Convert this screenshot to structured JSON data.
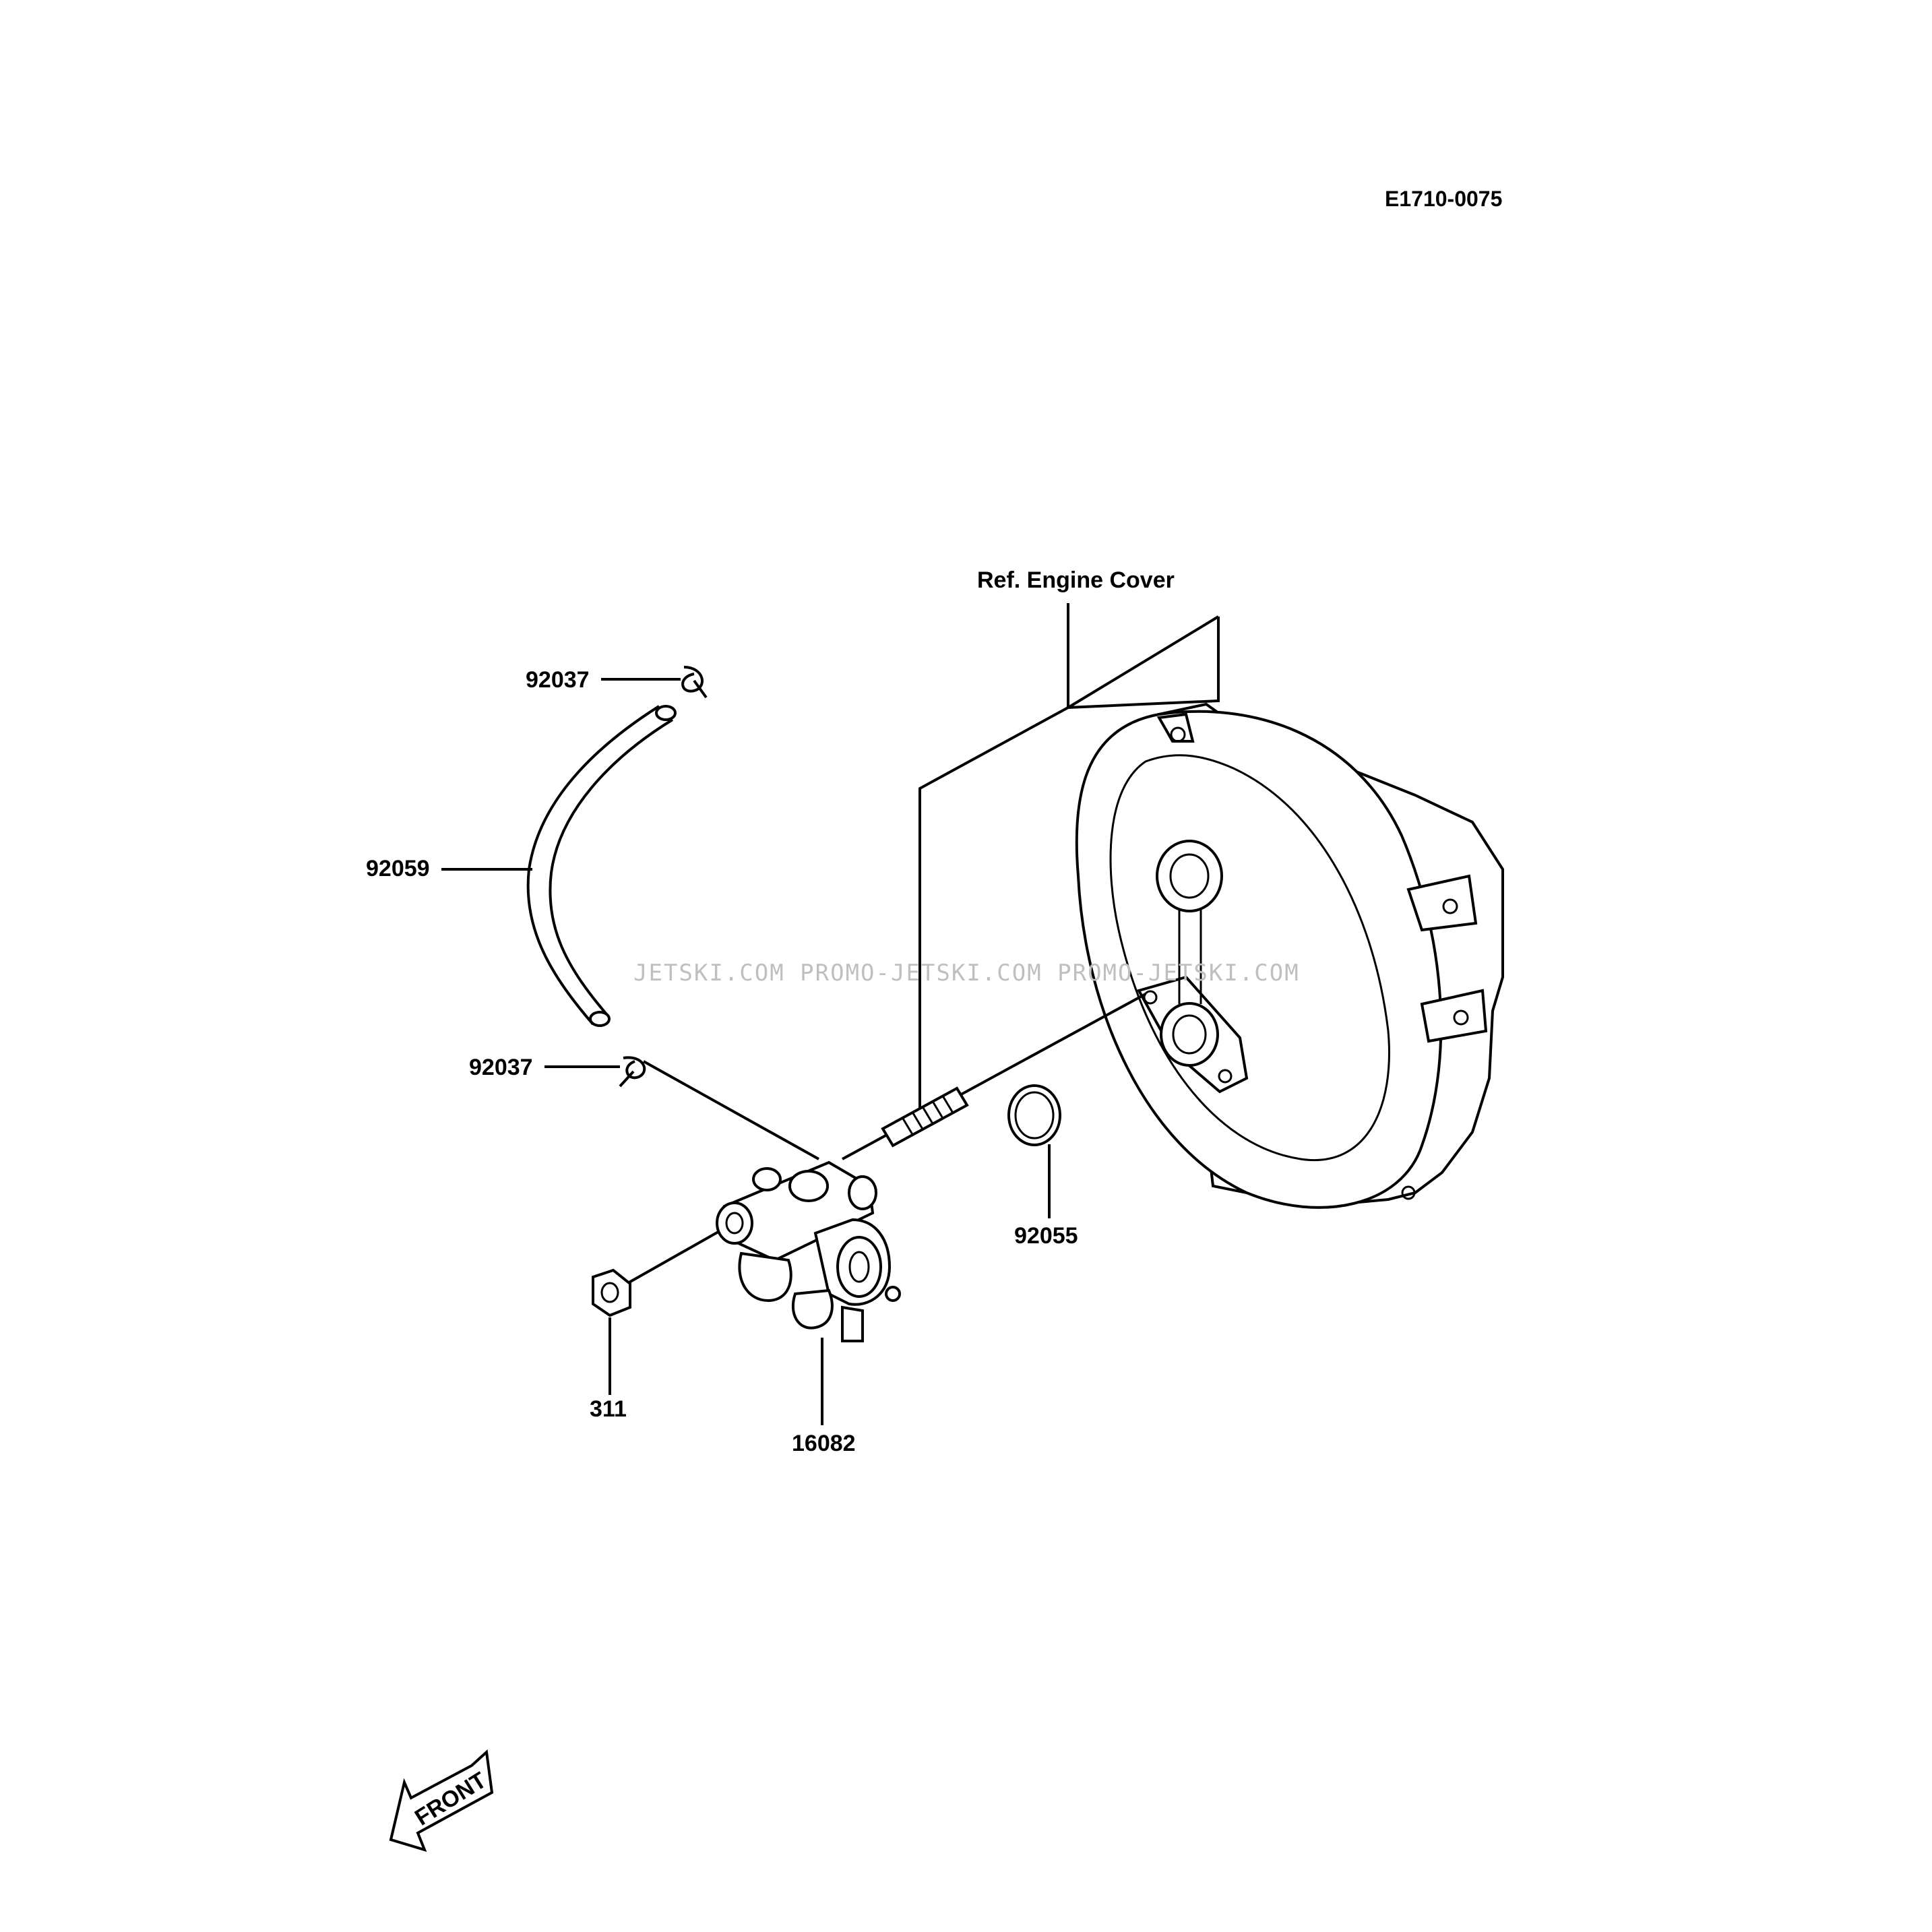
{
  "diagram_code": "E1710-0075",
  "reference_label": "Ref. Engine Cover",
  "watermark": "JETSKI.COM   PROMO-JETSKI.COM   PROMO-JETSKI.COM",
  "front_label": "FRONT",
  "parts": {
    "clamp_top": "92037",
    "hose": "92059",
    "clamp_bottom": "92037",
    "o_ring": "92055",
    "nut": "311",
    "fuel_cock": "16082"
  }
}
